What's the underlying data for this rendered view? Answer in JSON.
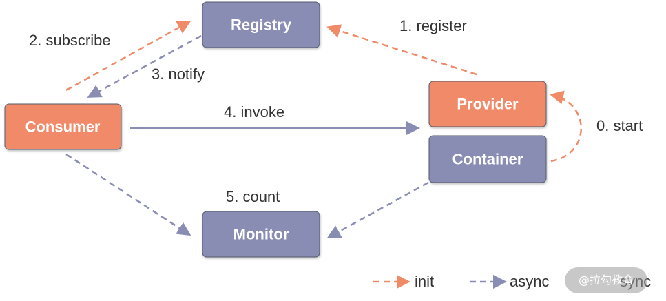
{
  "nodes": {
    "registry": "Registry",
    "consumer": "Consumer",
    "provider": "Provider",
    "container": "Container",
    "monitor": "Monitor"
  },
  "edges": {
    "start": "0. start",
    "register": "1. register",
    "subscribe": "2. subscribe",
    "notify": "3. notify",
    "invoke": "4. invoke",
    "count": "5. count"
  },
  "legend": {
    "init": "init",
    "async": "async",
    "sync": "sync"
  },
  "watermark": "@拉勾教育",
  "colors": {
    "orange_node": "#F08A67",
    "purple_node": "#8A8DB3",
    "orange_line": "#F08A67",
    "purple_line": "#8A8DB3",
    "node_border": "#555b6e"
  }
}
